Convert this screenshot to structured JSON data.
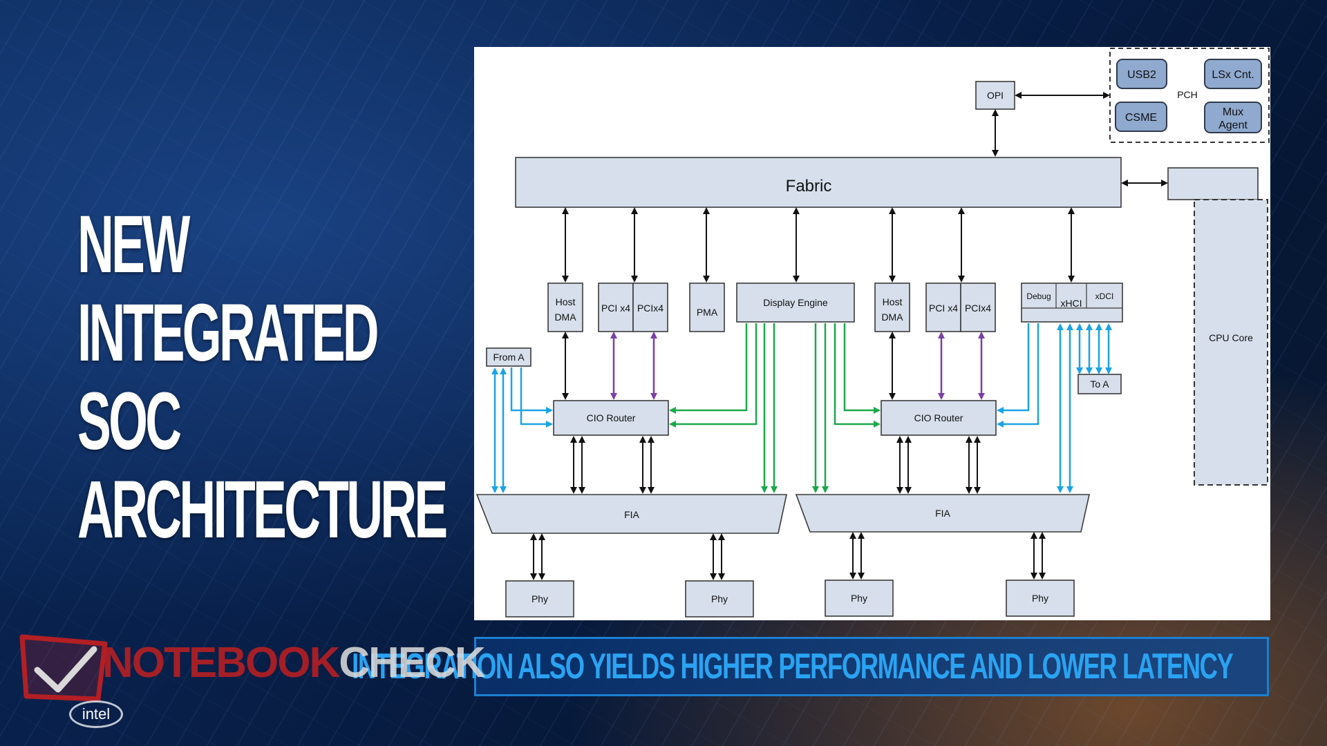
{
  "headline": [
    "NEW",
    "INTEGRATED",
    "SOC",
    "ARCHITECTURE"
  ],
  "diagram": {
    "fabric": "Fabric",
    "opi": "OPI",
    "pch": {
      "label": "PCH",
      "blocks": [
        "USB2",
        "LSx Cnt.",
        "CSME",
        "Mux",
        "Agent"
      ]
    },
    "cpu_core": "CPU Core",
    "host_dma": [
      "Host",
      "DMA"
    ],
    "pci_a": "PCI x4",
    "pci_b": "PCIx4",
    "pma": "PMA",
    "display_engine": "Display Engine",
    "xhci": [
      "Debug",
      "xHCI",
      "xDCI"
    ],
    "from_a": "From A",
    "to_a": "To A",
    "cio_router": "CIO Router",
    "fia": "FIA",
    "phy": "Phy",
    "colors": {
      "control_link": "#111111",
      "pcie_link": "#7b3fa6",
      "display_link": "#1aa84a",
      "usb_link": "#1aa3e6"
    }
  },
  "caption": "INTEGRATION ALSO YIELDS HIGHER PERFORMANCE AND LOWER LATENCY",
  "watermark": {
    "brand_part1": "NOTEBOOK",
    "brand_part2": "CHECK",
    "intel": "intel"
  }
}
